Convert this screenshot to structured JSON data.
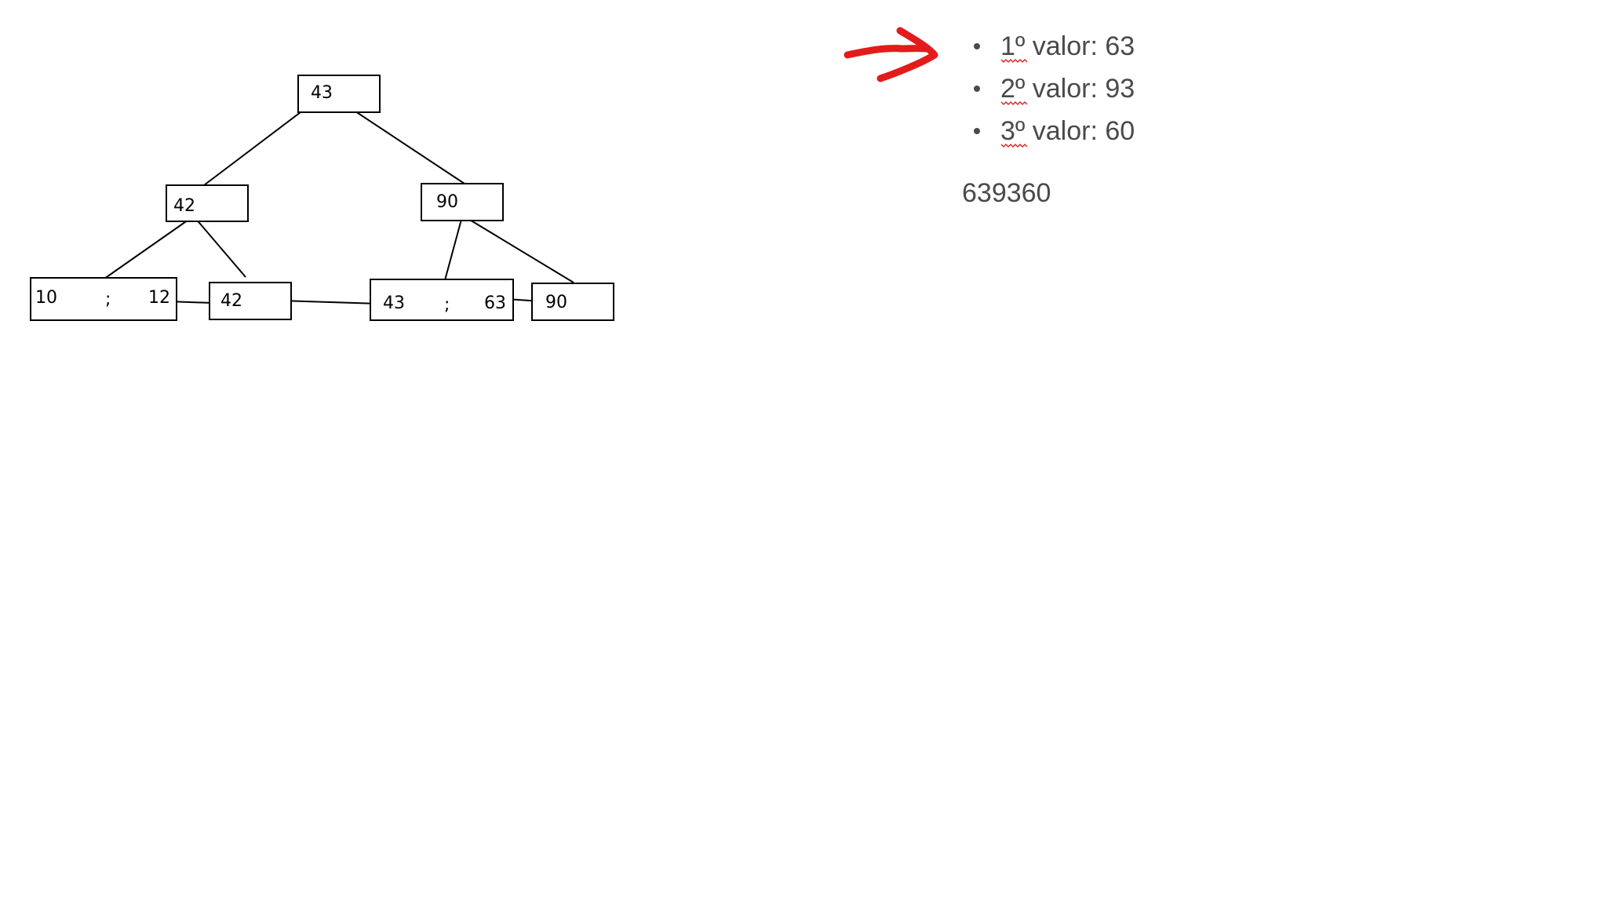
{
  "tree": {
    "root": {
      "label": "43"
    },
    "internal_left": {
      "label": "42"
    },
    "internal_right": {
      "label": "90"
    },
    "leaves": [
      {
        "left": "10",
        "separator": ";",
        "right": "12"
      },
      {
        "left": "42"
      },
      {
        "left": "43",
        "separator": ";",
        "right": "63"
      },
      {
        "left": "90"
      }
    ]
  },
  "notes": {
    "items": [
      {
        "ordinal": "1º",
        "text": " valor: 63"
      },
      {
        "ordinal": "2º",
        "text": " valor: 93"
      },
      {
        "ordinal": "3º",
        "text": " valor: 60"
      }
    ],
    "result": "639360"
  },
  "colors": {
    "arrow": "#e41b1b",
    "text_gray": "#4a4a4a",
    "lines": "#000000"
  },
  "icons": {
    "annotation": "red-arrow-icon",
    "bullet": "bullet-dot-icon"
  }
}
